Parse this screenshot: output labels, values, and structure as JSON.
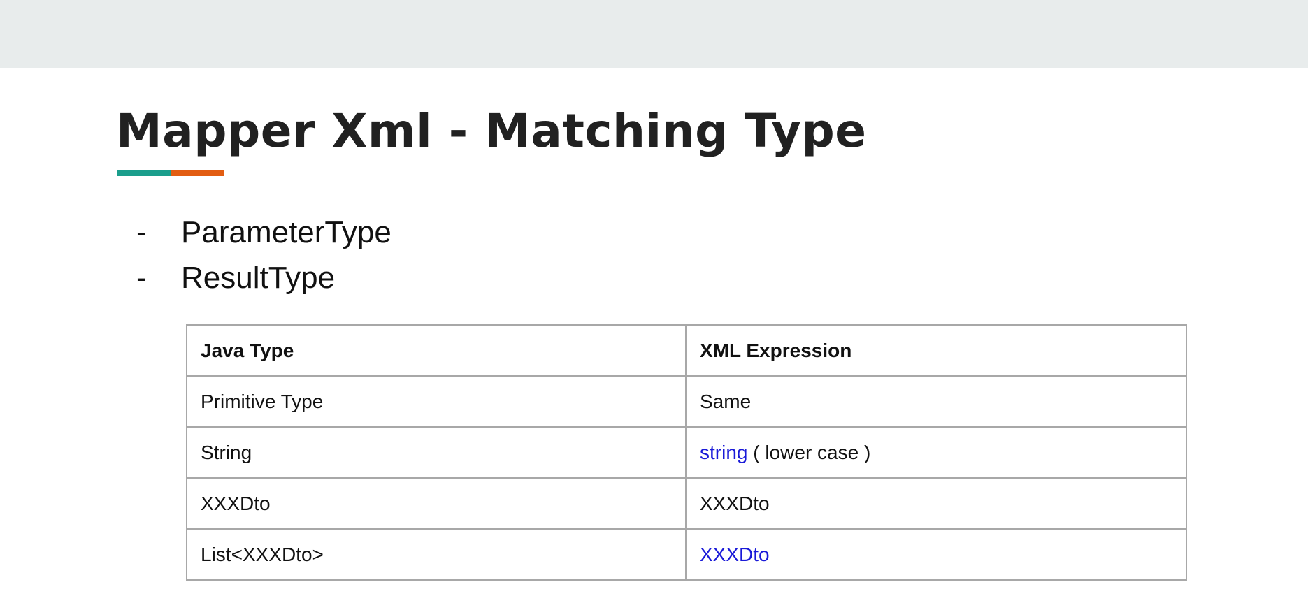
{
  "slide": {
    "title": "Mapper Xml - Matching Type",
    "underline_colors": [
      "#1a9e8c",
      "#e25d12"
    ],
    "bullet_marker": "-",
    "bullets": [
      "ParameterType",
      "ResultType"
    ]
  },
  "table": {
    "headers": [
      "Java Type",
      "XML Expression"
    ],
    "rows": [
      {
        "java_type": "Primitive Type",
        "xml_main": "Same",
        "xml_note": ""
      },
      {
        "java_type": "String",
        "xml_main": "string",
        "xml_note": " ( lower case )"
      },
      {
        "java_type": "XXXDto",
        "xml_main": "XXXDto",
        "xml_note": ""
      },
      {
        "java_type": "List<XXXDto>",
        "xml_main": "XXXDto",
        "xml_note": ""
      }
    ],
    "highlight_color": "#1a1ad8"
  }
}
